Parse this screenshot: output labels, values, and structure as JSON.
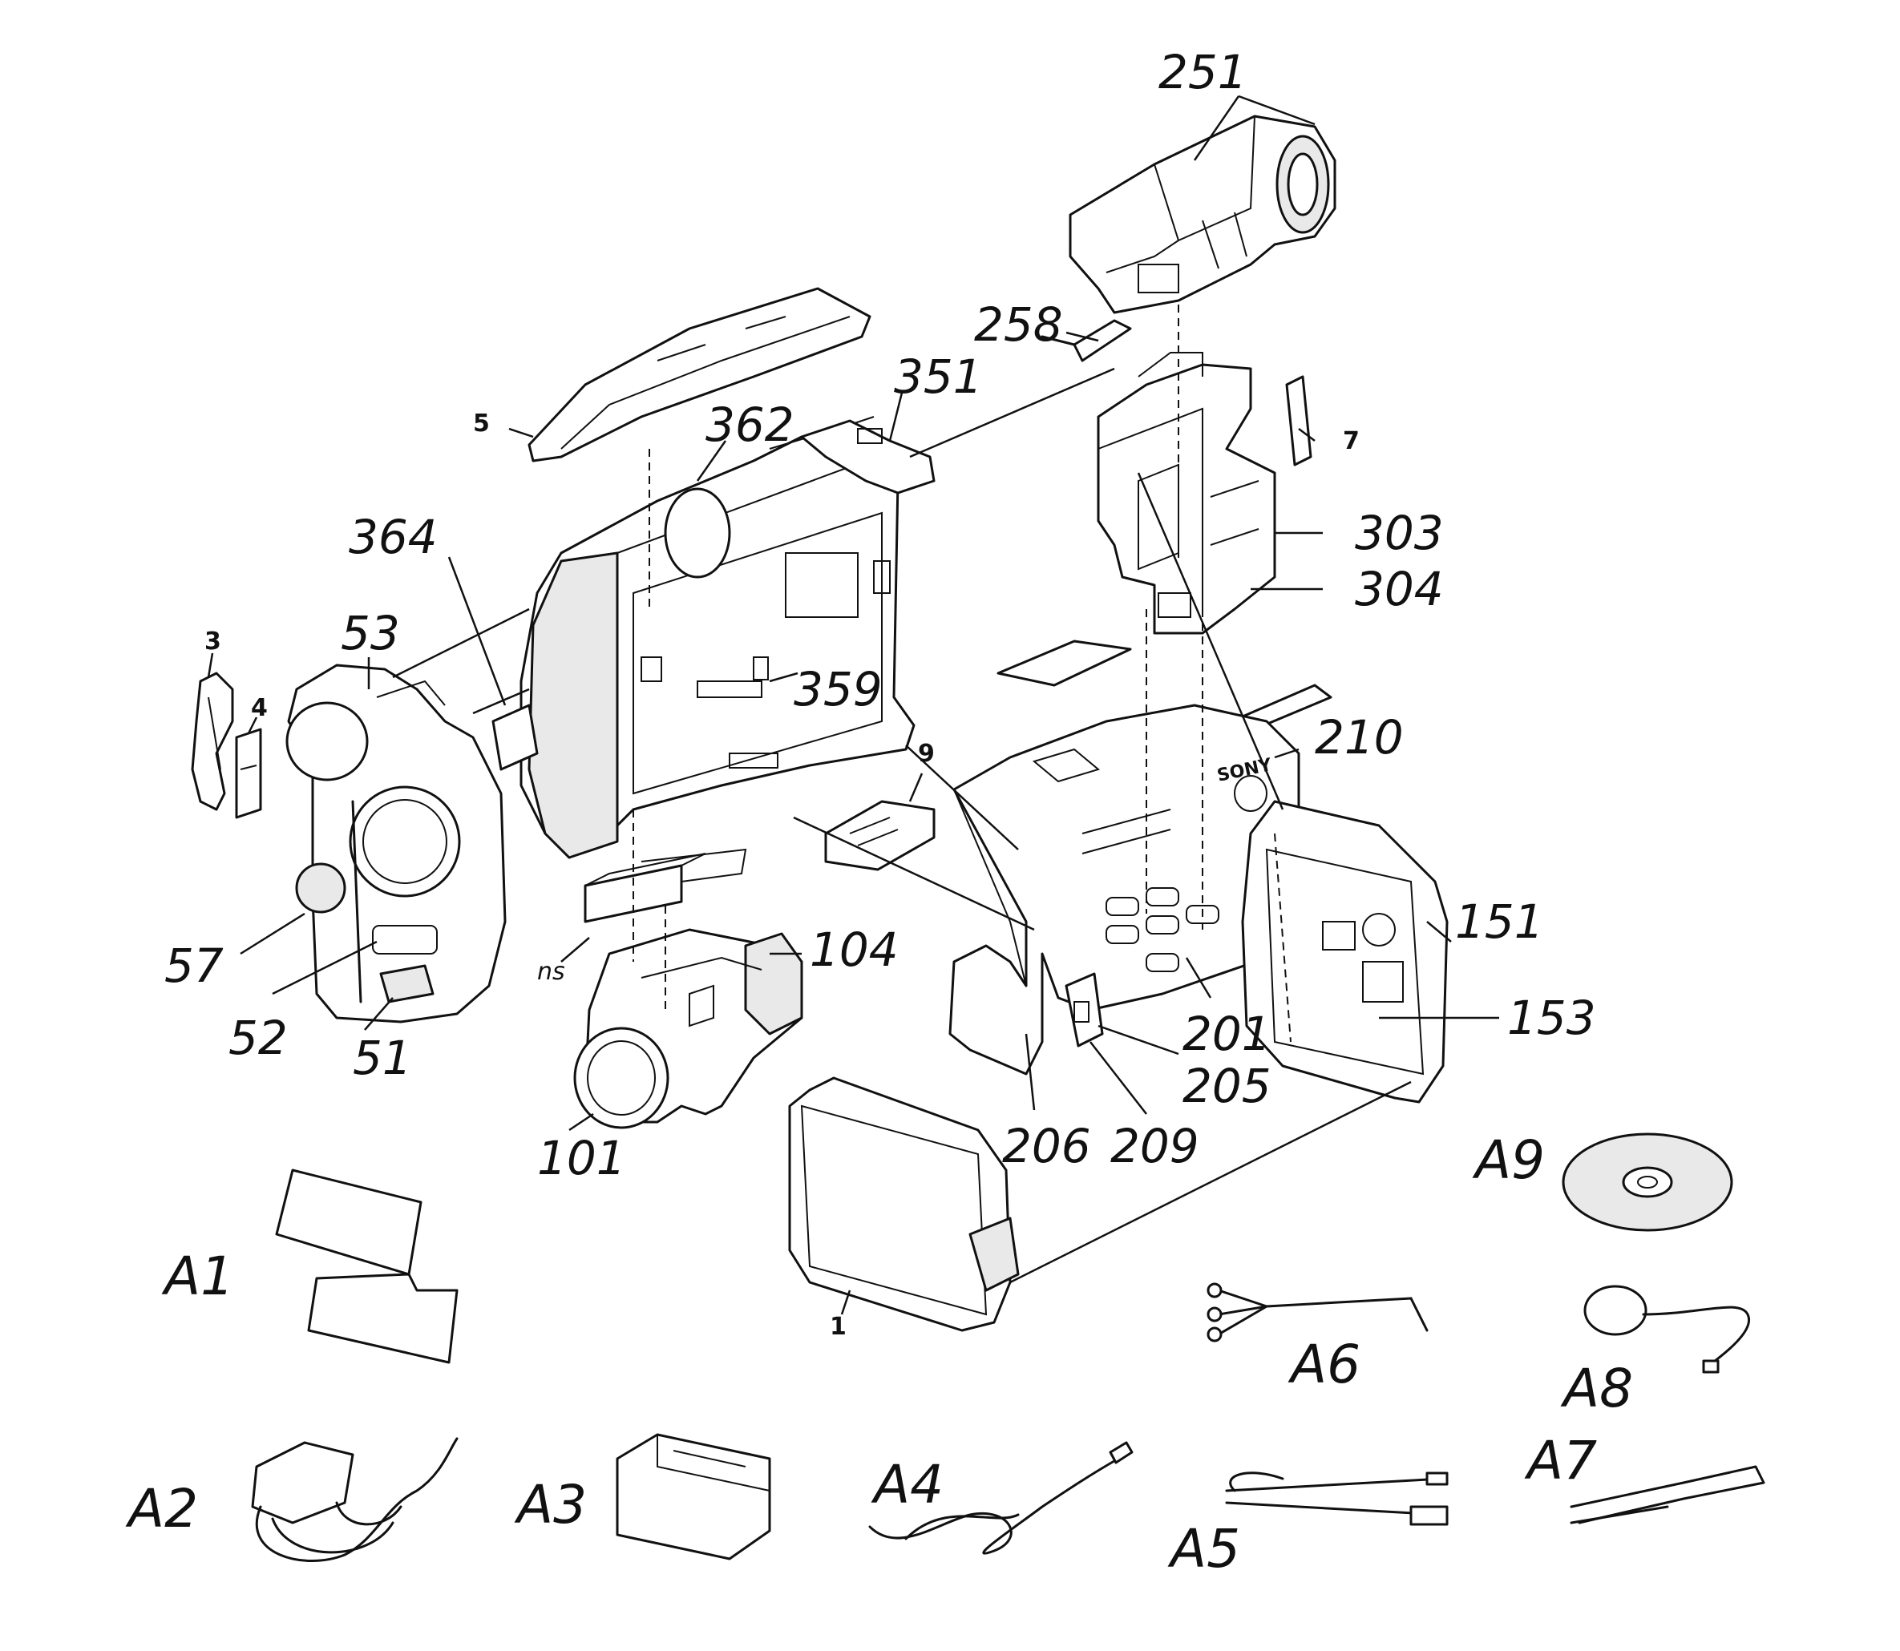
{
  "diagram": {
    "part_labels": {
      "p251": "251",
      "p258": "258",
      "p351": "351",
      "p5": "5",
      "p362": "362",
      "p7": "7",
      "p303": "303",
      "p304": "304",
      "p364": "364",
      "p53": "53",
      "p3": "3",
      "p4": "4",
      "p359": "359",
      "p9": "9",
      "p210": "210",
      "p57": "57",
      "p52": "52",
      "p51": "51",
      "pns": "ns",
      "p104": "104",
      "p101": "101",
      "p151": "151",
      "p153": "153",
      "p201": "201",
      "p205": "205",
      "p206": "206",
      "p209": "209",
      "p1": "1"
    },
    "accessory_labels": {
      "a1": "A1",
      "a2": "A2",
      "a3": "A3",
      "a4": "A4",
      "a5": "A5",
      "a6": "A6",
      "a7": "A7",
      "a8": "A8",
      "a9": "A9"
    },
    "logo_text": "SONY"
  }
}
